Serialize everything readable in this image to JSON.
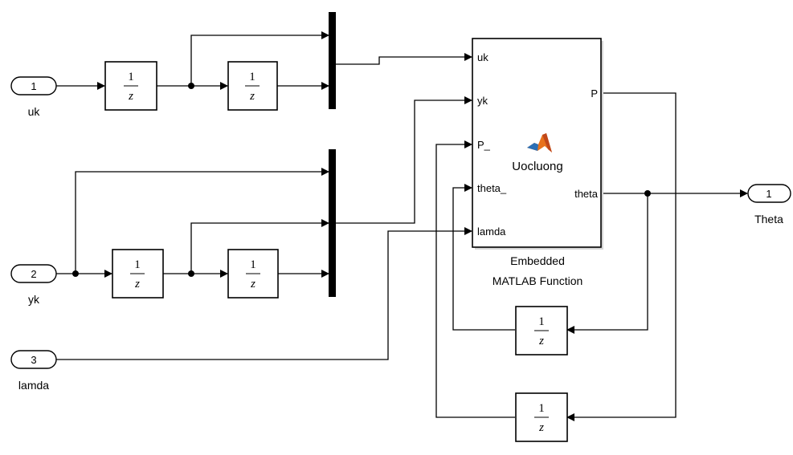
{
  "inports": [
    {
      "number": "1",
      "name": "uk"
    },
    {
      "number": "2",
      "name": "yk"
    },
    {
      "number": "3",
      "name": "lamda"
    }
  ],
  "outport": {
    "number": "1",
    "name": "Theta"
  },
  "unit_delay": {
    "numerator": "1",
    "denominator": "z"
  },
  "function_block": {
    "name": "Uocluong",
    "caption_line1": "Embedded",
    "caption_line2": "MATLAB Function",
    "inputs": [
      "uk",
      "yk",
      "P_",
      "theta_",
      "lamda"
    ],
    "outputs": [
      "P",
      "theta"
    ]
  }
}
